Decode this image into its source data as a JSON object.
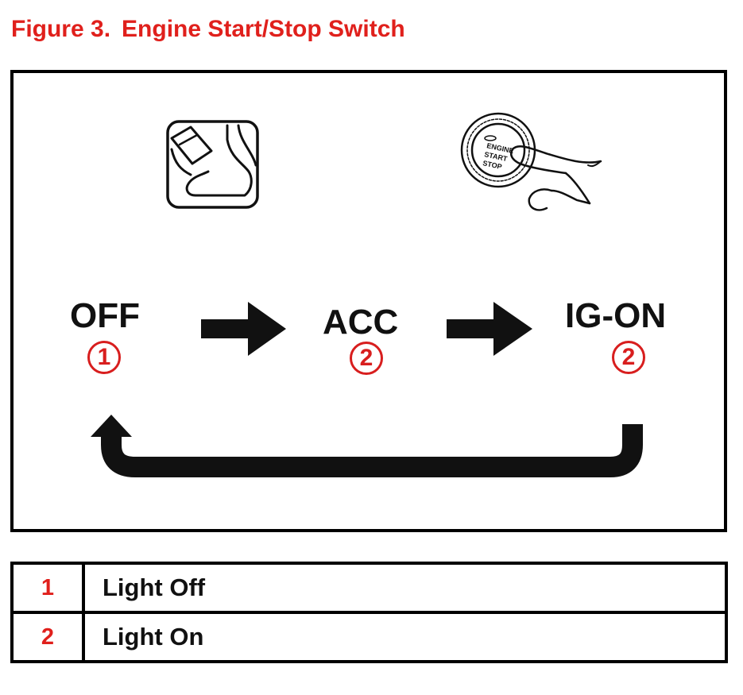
{
  "title": {
    "figure": "Figure 3.",
    "name": "Engine Start/Stop Switch"
  },
  "diagram": {
    "states": [
      {
        "label": "OFF",
        "indicator": "1"
      },
      {
        "label": "ACC",
        "indicator": "2"
      },
      {
        "label": "IG-ON",
        "indicator": "2"
      }
    ],
    "icons": {
      "brake": "brake-pedal-icon",
      "button": "push-button-press-icon",
      "button_text": [
        "ENGINE",
        "START",
        "STOP"
      ]
    },
    "colors": {
      "accent": "#e0201c",
      "ink": "#111111"
    }
  },
  "legend": [
    {
      "num": "1",
      "text": "Light Off"
    },
    {
      "num": "2",
      "text": "Light On"
    }
  ]
}
